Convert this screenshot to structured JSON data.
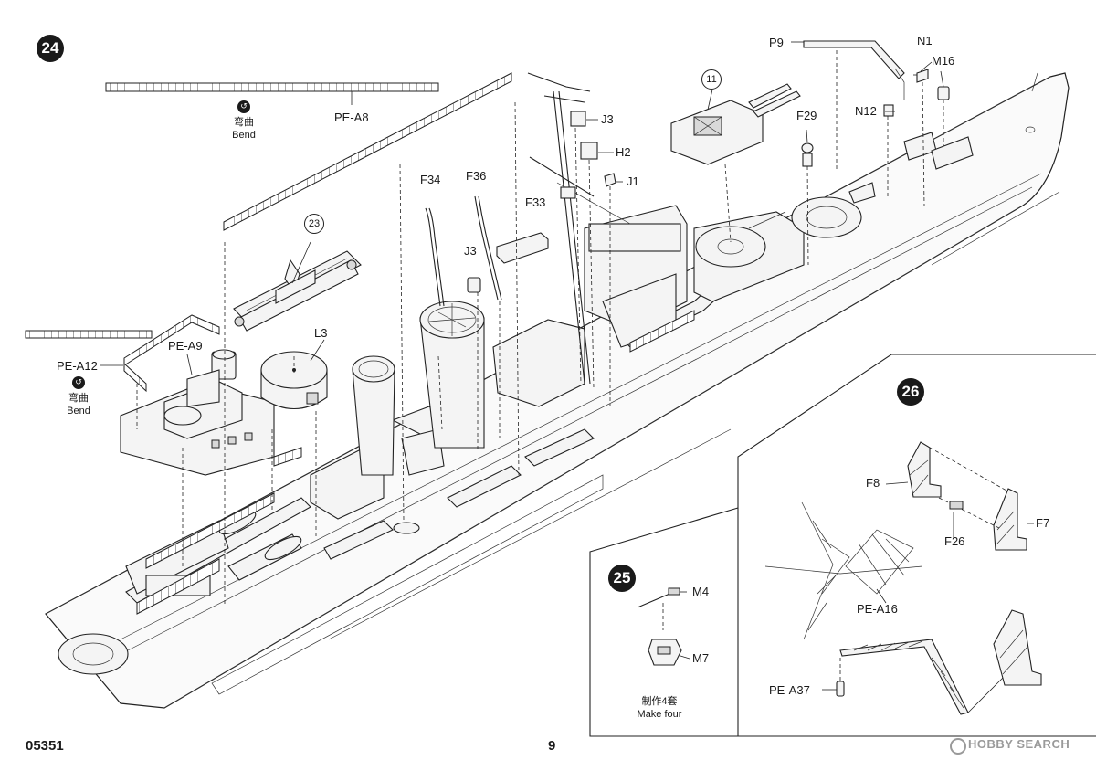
{
  "steps": {
    "s24": "24",
    "s25": "25",
    "s26": "26"
  },
  "refs": {
    "r11": "11",
    "r23": "23"
  },
  "parts": {
    "pe_a8": "PE-A8",
    "pe_a12": "PE-A12",
    "pe_a9": "PE-A9",
    "l3": "L3",
    "f34": "F34",
    "f36": "F36",
    "j3_a": "J3",
    "f33": "F33",
    "j3_b": "J3",
    "h2": "H2",
    "j1": "J1",
    "f29": "F29",
    "p9": "P9",
    "n1": "N1",
    "m16": "M16",
    "n12": "N12",
    "m4": "M4",
    "m7": "M7",
    "f8": "F8",
    "f7": "F7",
    "f26": "F26",
    "pe_a16": "PE-A16",
    "pe_a37": "PE-A37"
  },
  "notes": {
    "bend_cn": "弯曲",
    "bend_en": "Bend",
    "make_four_cn": "制作4套",
    "make_four_en": "Make four"
  },
  "icons": {
    "bend": "bend-arrow-icon",
    "watermark_logo": "hobbysearch-logo-icon"
  },
  "footer": {
    "product_code": "05351",
    "page_number": "9"
  },
  "watermark": {
    "text": "HOBBY SEARCH"
  }
}
